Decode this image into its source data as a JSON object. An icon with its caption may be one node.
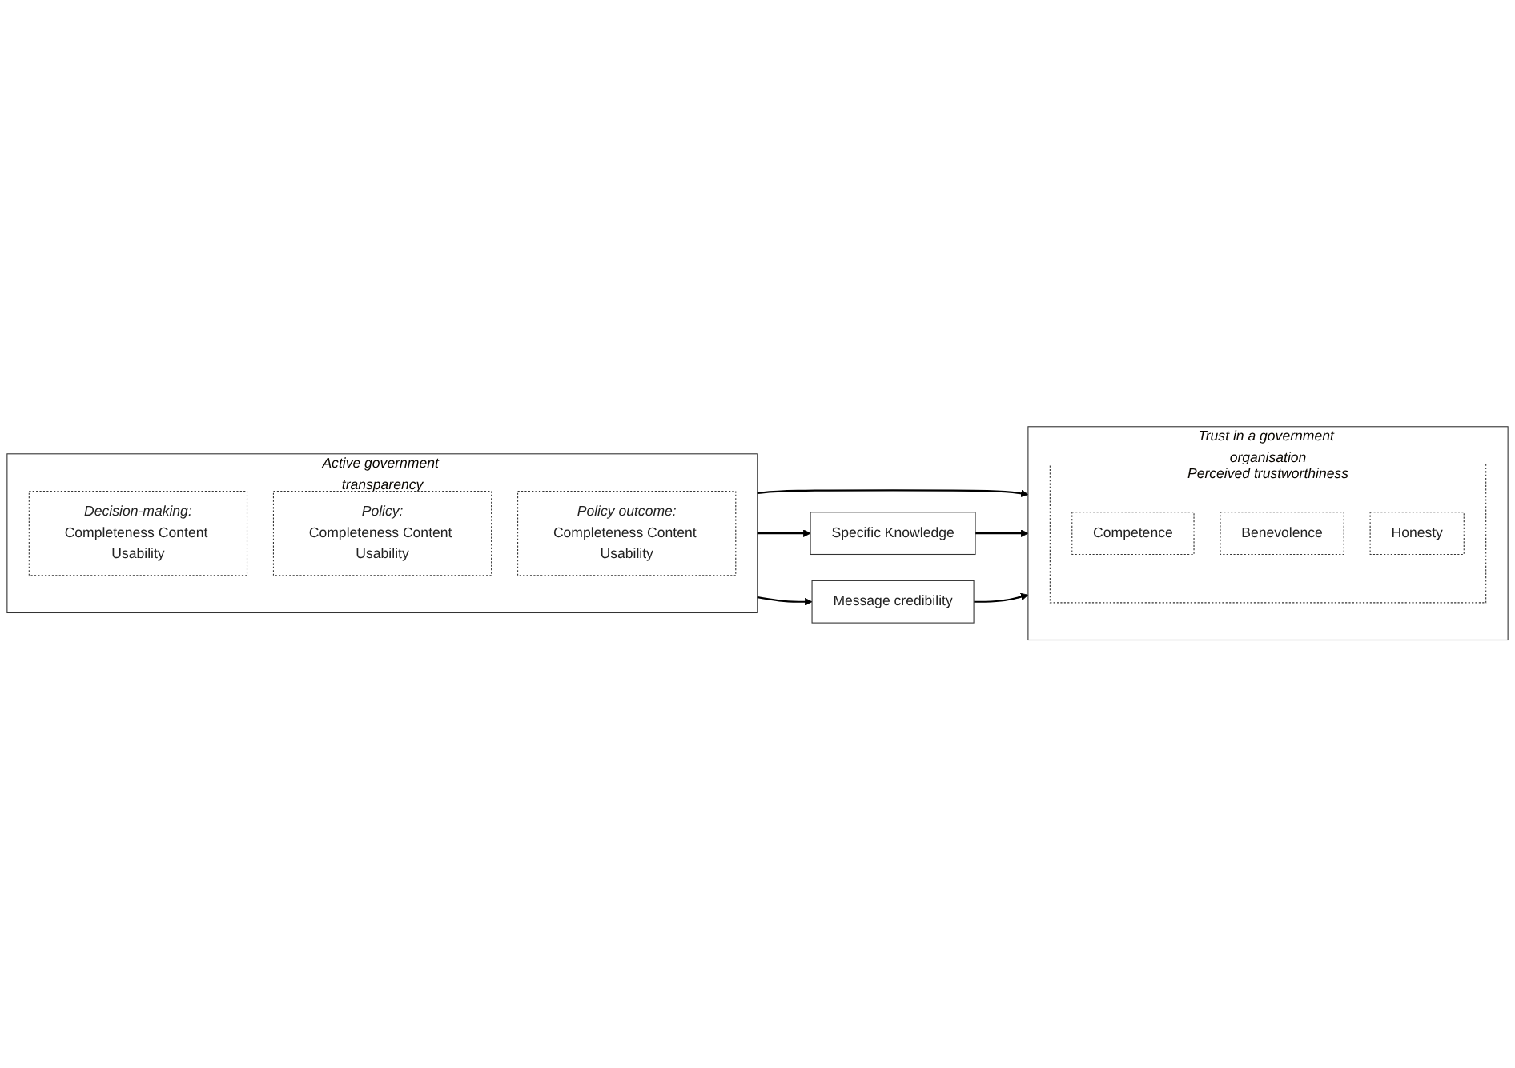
{
  "diagram": {
    "nodes": [
      {
        "text": [
          "Active government transparency"
        ]
      },
      {
        "text": [
          "Decision-making:",
          "Completeness Content Usability"
        ],
        "in": 0
      },
      {
        "text": [
          "Policy:",
          "Completeness Content Usability"
        ],
        "in": 0
      },
      {
        "text": [
          "Policy outcome:",
          "Completeness Content Usability"
        ],
        "in": 0
      },
      {
        "text": [
          "Specific Knowledge"
        ]
      },
      {
        "text": [
          "Message credibility"
        ]
      },
      {
        "text": [
          "Trust in a government organisation"
        ]
      },
      {
        "text": [
          "Perceived trustworthiness"
        ],
        "in": 6
      },
      {
        "text": [
          "Competence"
        ],
        "in": 7
      },
      {
        "text": [
          "Benevolence"
        ],
        "in": 7
      },
      {
        "text": [
          "Honesty"
        ],
        "in": 7
      }
    ],
    "edges": [
      {
        "from": 0,
        "to": 6,
        "arrow": "to"
      },
      {
        "from": 0,
        "to": 4,
        "arrow": "to"
      },
      {
        "from": 4,
        "to": 6,
        "arrow": "to"
      },
      {
        "from": 0,
        "to": 5,
        "arrow": "to"
      },
      {
        "from": 5,
        "to": 6,
        "arrow": "to"
      }
    ]
  }
}
